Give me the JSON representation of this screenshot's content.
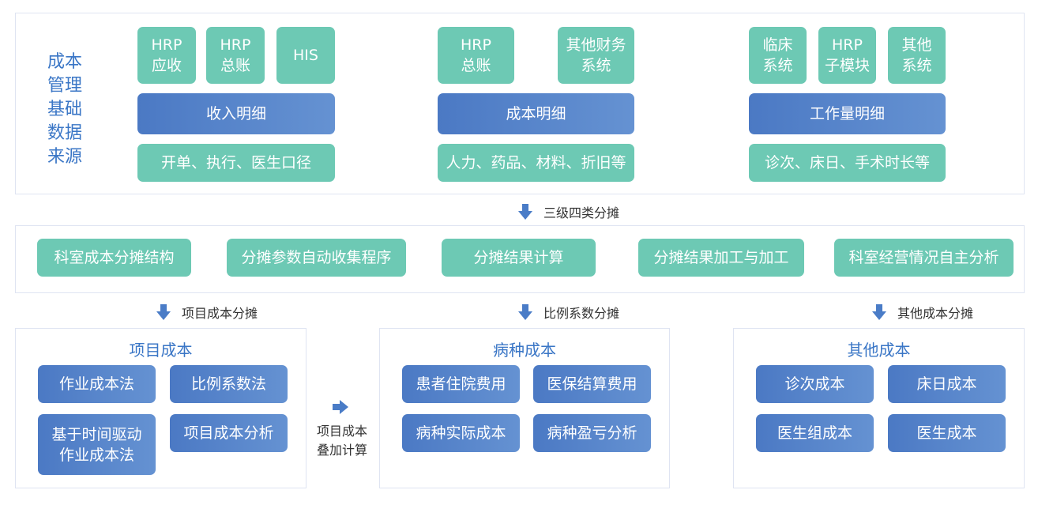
{
  "source": {
    "label_lines": [
      "成本",
      "管理",
      "基础",
      "数据",
      "来源"
    ],
    "group1": {
      "sources": [
        [
          "HRP",
          "应收"
        ],
        [
          "HRP",
          "总账"
        ],
        [
          "HIS"
        ]
      ],
      "detail": "收入明细",
      "items": "开单、执行、医生口径"
    },
    "group2": {
      "sources": [
        [
          "HRP",
          "总账"
        ],
        [
          "其他财务",
          "系统"
        ]
      ],
      "detail": "成本明细",
      "items": "人力、药品、材料、折旧等"
    },
    "group3": {
      "sources": [
        [
          "临床",
          "系统"
        ],
        [
          "HRP",
          "子模块"
        ],
        [
          "其他",
          "系统"
        ]
      ],
      "detail": "工作量明细",
      "items": "诊次、床日、手术时长等"
    }
  },
  "step1": "三级四类分摊",
  "process": [
    "科室成本分摊结构",
    "分摊参数自动收集程序",
    "分摊结果计算",
    "分摊结果加工与加工",
    "科室经营情况自主分析"
  ],
  "step_project": "项目成本分摊",
  "step_ratio": "比例系数分摊",
  "step_other": "其他成本分摊",
  "project": {
    "title": "项目成本",
    "items": [
      [
        "作业成本法"
      ],
      [
        "比例系数法"
      ],
      [
        "基于时间驱动",
        "作业成本法"
      ],
      [
        "项目成本分析"
      ]
    ]
  },
  "stack_note": [
    "项目成本",
    "叠加计算"
  ],
  "disease": {
    "title": "病种成本",
    "items": [
      "患者住院费用",
      "医保结算费用",
      "病种实际成本",
      "病种盈亏分析"
    ]
  },
  "other": {
    "title": "其他成本",
    "items": [
      "诊次成本",
      "床日成本",
      "医生组成本",
      "医生成本"
    ]
  },
  "colors": {
    "teal": "#6dc9b4",
    "blue": "#4f7fc8",
    "label_blue": "#3a76c6",
    "arrow_blue": "#4a7cc7",
    "border": "#dfe4f2"
  }
}
